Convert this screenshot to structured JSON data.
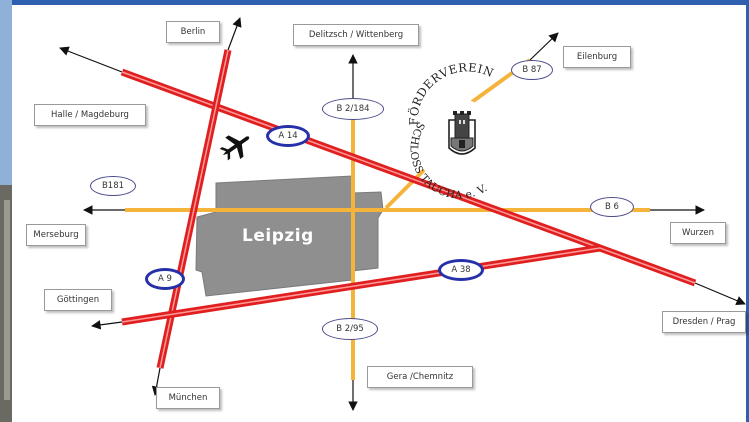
{
  "colors": {
    "motorway": "#e02020",
    "motorway_core": "#ff9a9a",
    "federal_road": "#f4b43c",
    "city": "#8f8f8f",
    "badge_a_border": "#2630a8",
    "badge_b_border": "#4a4a8a",
    "frame_blue": "#2f5fb0"
  },
  "city": {
    "name": "Leipzig"
  },
  "destinations": {
    "berlin": "Berlin",
    "delitzsch": "Delitzsch / Wittenberg",
    "eilenburg": "Eilenburg",
    "halle": "Halle / Magdeburg",
    "merseburg": "Merseburg",
    "wurzen": "Wurzen",
    "goettingen": "Göttingen",
    "dresden": "Dresden / Prag",
    "gera": "Gera /Chemnitz",
    "muenchen": "München"
  },
  "roads": {
    "b181": "B181",
    "b2_184": "B 2/184",
    "b87": "B 87",
    "a14": "A 14",
    "b6": "B 6",
    "a9": "A 9",
    "a38": "A 38",
    "b2_95": "B 2/95"
  },
  "logo": {
    "text_top": "FÖRDERVEREIN",
    "text_bottom": "SCHLOSS TAUCHA e. V."
  },
  "icons": {
    "airport": "airplane-icon"
  }
}
